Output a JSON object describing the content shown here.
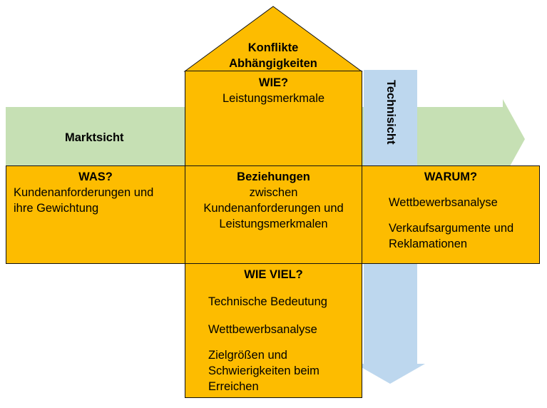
{
  "colors": {
    "box_fill": "#fdbc00",
    "market_arrow": "#c6e0b4",
    "technical_arrow": "#bdd7ee",
    "outline": "#111111"
  },
  "roof": {
    "line1": "Konflikte",
    "line2": "Abhängigkeiten"
  },
  "market_view": {
    "label": "Marktsicht"
  },
  "technical_view": {
    "label": "Technisicht"
  },
  "wie": {
    "title": "WIE?",
    "line1": "Leistungsmerkmale"
  },
  "was": {
    "title": "WAS?",
    "line1": "Kundenanforderungen und",
    "line2": "ihre Gewichtung"
  },
  "relations": {
    "title": "Beziehungen",
    "line1": "zwischen",
    "line2": "Kundenanforderungen und",
    "line3": "Leistungsmerkmalen"
  },
  "warum": {
    "title": "WARUM?",
    "item1": "Wettbewerbsanalyse",
    "item2_line1": "Verkaufsargumente und",
    "item2_line2": "Reklamationen"
  },
  "wie_viel": {
    "title": "WIE VIEL?",
    "item1": "Technische Bedeutung",
    "item2": "Wettbewerbsanalyse",
    "item3_line1": "Zielgrößen und",
    "item3_line2": "Schwierigkeiten beim",
    "item3_line3": "Erreichen"
  }
}
